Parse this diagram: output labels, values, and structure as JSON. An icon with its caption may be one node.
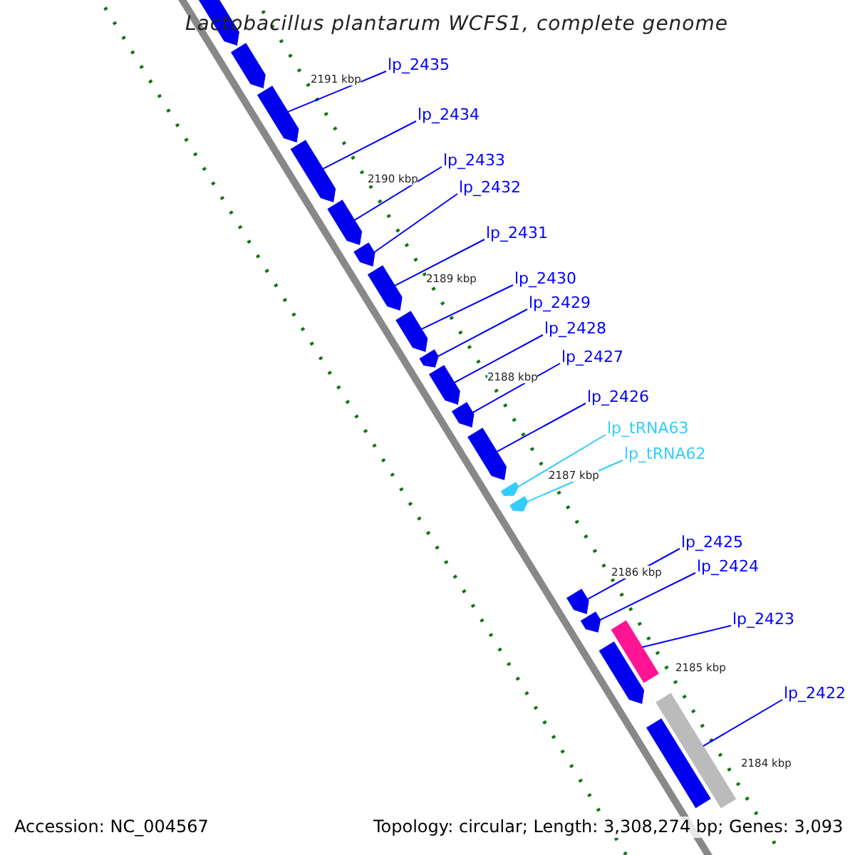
{
  "diagram": {
    "title": "Lactobacillus plantarum WCFS1, complete genome",
    "nodes": [
      {
        "text": [
          "lp_2435"
        ]
      },
      {
        "text": [
          "lp_2434"
        ]
      },
      {
        "text": [
          "lp_2433"
        ]
      },
      {
        "text": [
          "lp_2432"
        ]
      },
      {
        "text": [
          "lp_2431"
        ]
      },
      {
        "text": [
          "lp_2430"
        ]
      },
      {
        "text": [
          "lp_2429"
        ]
      },
      {
        "text": [
          "lp_2428"
        ]
      },
      {
        "text": [
          "lp_2427"
        ]
      },
      {
        "text": [
          "lp_2426"
        ]
      },
      {
        "text": [
          "lp_tRNA63"
        ]
      },
      {
        "text": [
          "lp_tRNA62"
        ]
      },
      {
        "text": [
          "lp_2425"
        ]
      },
      {
        "text": [
          "lp_2424"
        ]
      },
      {
        "text": [
          "lp_2423"
        ]
      },
      {
        "text": [
          "lp_2422"
        ]
      },
      {
        "text": [],
        "shape": "pentagon"
      },
      {
        "text": [],
        "shape": "pentagon"
      },
      {
        "text": [],
        "shape": "pentagon"
      },
      {
        "text": [],
        "shape": "pentagon"
      },
      {
        "text": [],
        "shape": "pentagon"
      },
      {
        "text": [],
        "shape": "pentagon"
      },
      {
        "text": [],
        "shape": "pentagon"
      },
      {
        "text": [],
        "shape": "pentagon"
      },
      {
        "text": [],
        "shape": "pentagon"
      },
      {
        "text": [],
        "shape": "pentagon"
      },
      {
        "text": [],
        "shape": "pentagon"
      },
      {
        "text": [],
        "shape": "pentagon"
      },
      {
        "text": [],
        "shape": "pentagon"
      },
      {
        "text": [],
        "shape": "pentagon"
      },
      {
        "text": [],
        "shape": "pentagon"
      },
      {
        "text": [],
        "shape": "pentagon"
      },
      {
        "text": [],
        "shape": "bar"
      },
      {
        "text": [],
        "shape": "pentagon"
      },
      {
        "text": [],
        "shape": "bar"
      },
      {
        "text": [],
        "shape": "bar"
      }
    ],
    "edges": [
      {
        "from": 0,
        "to": 18,
        "arrow": "none"
      },
      {
        "from": 1,
        "to": 19,
        "arrow": "none"
      },
      {
        "from": 2,
        "to": 20,
        "arrow": "none"
      },
      {
        "from": 3,
        "to": 21,
        "arrow": "none"
      },
      {
        "from": 4,
        "to": 22,
        "arrow": "none"
      },
      {
        "from": 5,
        "to": 23,
        "arrow": "none"
      },
      {
        "from": 6,
        "to": 24,
        "arrow": "none"
      },
      {
        "from": 7,
        "to": 25,
        "arrow": "none"
      },
      {
        "from": 8,
        "to": 26,
        "arrow": "none"
      },
      {
        "from": 9,
        "to": 27,
        "arrow": "none"
      },
      {
        "from": 10,
        "to": 28,
        "arrow": "none",
        "color": "#33ccff"
      },
      {
        "from": 11,
        "to": 29,
        "arrow": "none",
        "color": "#33ccff"
      },
      {
        "from": 12,
        "to": 30,
        "arrow": "none"
      },
      {
        "from": 13,
        "to": 31,
        "arrow": "none"
      },
      {
        "from": 14,
        "to": 32,
        "arrow": "none"
      },
      {
        "from": 15,
        "to": 34,
        "arrow": "none"
      }
    ],
    "labels": [
      "2191 kbp",
      "2190 kbp",
      "2189 kbp",
      "2188 kbp",
      "2187 kbp",
      "2186 kbp",
      "2185 kbp",
      "2184 kbp",
      "Accession: NC_004567",
      "Topology: circular; Length: 3,308,274 bp; Genes: 3,093"
    ]
  }
}
